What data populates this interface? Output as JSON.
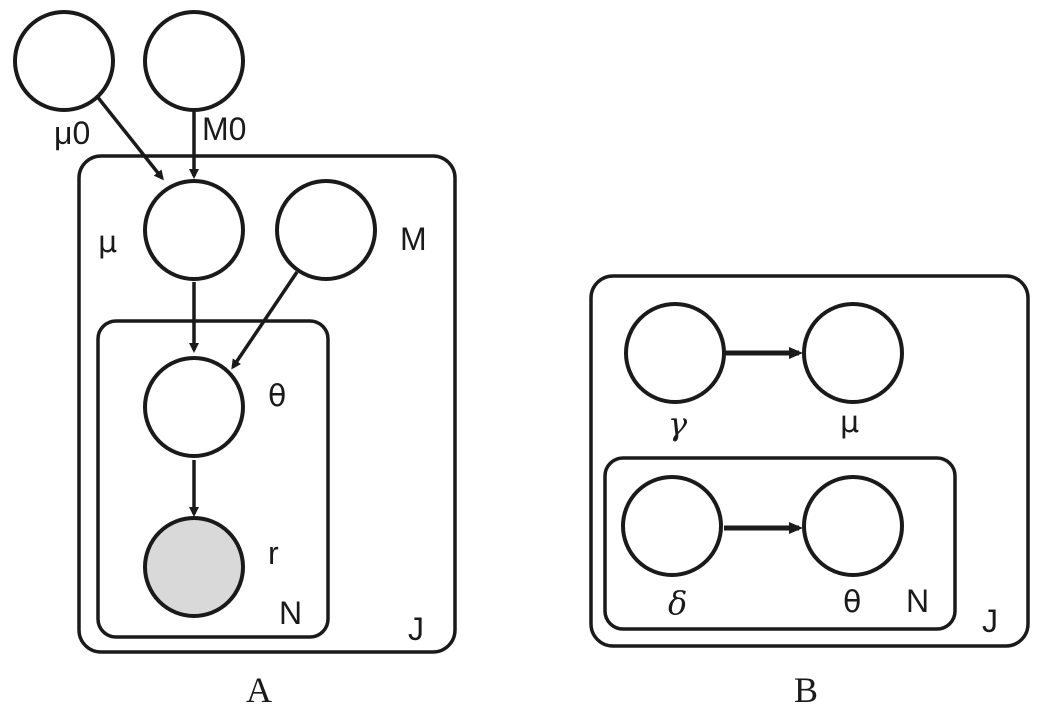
{
  "panel_a": {
    "caption": "A",
    "nodes": {
      "mu0": "μ0",
      "M0": "M0",
      "mu": "μ",
      "M": "M",
      "theta": "θ",
      "r": "r"
    },
    "plates": {
      "outer": "J",
      "inner": "N"
    }
  },
  "panel_b": {
    "caption": "B",
    "nodes": {
      "gamma": "γ",
      "mu": "μ",
      "delta": "δ",
      "theta": "θ"
    },
    "plates": {
      "outer": "J",
      "inner": "N"
    }
  }
}
